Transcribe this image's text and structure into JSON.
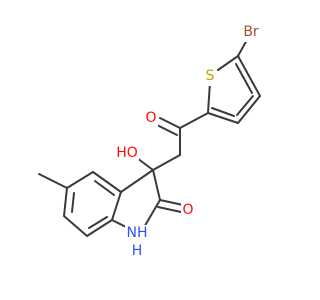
{
  "molecule": {
    "atoms": {
      "br": {
        "text": "Br",
        "color": "#a0522d"
      },
      "s": {
        "text": "S",
        "color": "#c8a000"
      },
      "o_ketone": {
        "text": "O",
        "color": "#ff0d0d"
      },
      "oh": {
        "text": "HO",
        "color": "#ff0d0d"
      },
      "o_lactam": {
        "text": "O",
        "color": "#ff0d0d"
      },
      "nh": {
        "text": "NH",
        "color": "#3050f8"
      },
      "h_on_n": {
        "text": "H",
        "color": "#3050f8"
      }
    },
    "bond_color": "#3a3a3a"
  }
}
